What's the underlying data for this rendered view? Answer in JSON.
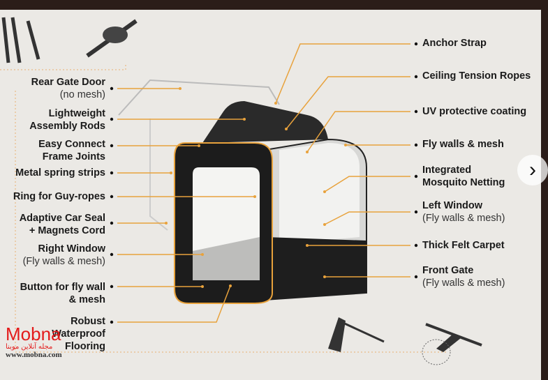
{
  "colors": {
    "leader": "#e8a23c",
    "frame": "#2b1d19",
    "background": "#ebe9e5",
    "tent": "#1c1c1c"
  },
  "left_labels": [
    {
      "title": "Rear Gate Door",
      "sub": "(no mesh)"
    },
    {
      "title": "Lightweight",
      "title2": "Assembly Rods"
    },
    {
      "title": "Easy Connect",
      "title2": "Frame Joints"
    },
    {
      "title": "Metal spring strips"
    },
    {
      "title": "Ring for Guy-ropes"
    },
    {
      "title": "Adaptive Car Seal",
      "title2": "+ Magnets Cord"
    },
    {
      "title": "Right Window",
      "sub": "(Fly walls & mesh)"
    },
    {
      "title": "Button for fly wall",
      "title2": "& mesh"
    },
    {
      "title": "Robust",
      "title2": "Waterproof",
      "title3": "Flooring"
    }
  ],
  "right_labels": [
    {
      "title": "Anchor Strap"
    },
    {
      "title": "Ceiling Tension Ropes"
    },
    {
      "title": "UV protective coating"
    },
    {
      "title": "Fly walls & mesh"
    },
    {
      "title": "Integrated",
      "title2": "Mosquito Netting"
    },
    {
      "title": "Left Window",
      "sub": "(Fly walls & mesh)"
    },
    {
      "title": "Thick Felt Carpet"
    },
    {
      "title": "Front  Gate",
      "sub": "(Fly walls & mesh)"
    }
  ],
  "navigation": {
    "next_icon": "chevron-right-icon",
    "next_glyph": "›"
  },
  "watermark": {
    "logo": "Mobna",
    "tagline": "مجله آنلاین موبنا",
    "url": "www.mobna.com"
  }
}
